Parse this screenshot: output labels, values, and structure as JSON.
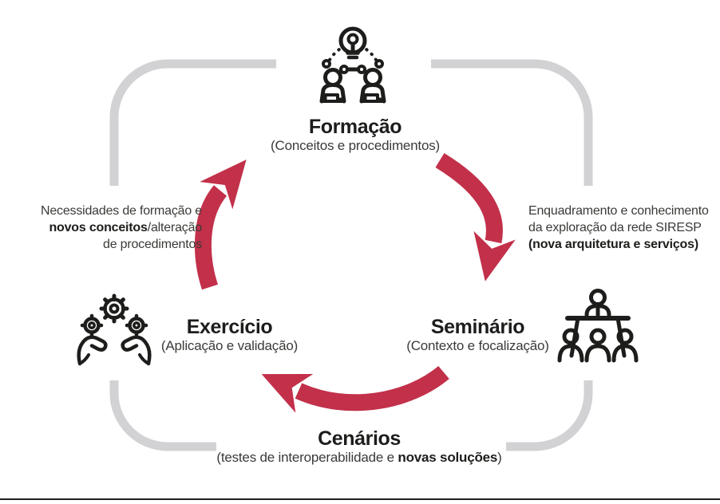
{
  "colors": {
    "arrow_red": "#c2304a",
    "loop_gray": "#d2d2d4",
    "title_black": "#1d1d1b",
    "text_gray": "#3a3a38",
    "rule_black": "#1f1f1f"
  },
  "nodes": {
    "formacao": {
      "icon": "people-sharing-idea-icon",
      "title": "Formação",
      "subtitle": "(Conceitos e procedimentos)"
    },
    "seminario": {
      "icon": "presenter-podium-audience-icon",
      "title": "Seminário",
      "subtitle": "(Contexto e focalização)"
    },
    "exercicio": {
      "icon": "hands-holding-gears-icon",
      "title": "Exercício",
      "subtitle": "(Aplicação e validação)"
    },
    "cenarios": {
      "title": "Cenários",
      "subtitle_prefix": "(testes de interoperabilidade e ",
      "subtitle_bold": "novas soluções",
      "subtitle_suffix": ")"
    }
  },
  "annotations": {
    "left": {
      "line1": "Necessidades de formação e",
      "line2_bold": "novos conceitos",
      "line2_rest": "/alteração",
      "line3": "de procedimentos"
    },
    "right": {
      "line1": "Enquadramento e conhecimento",
      "line2": "da exploração da rede SIRESP",
      "line3_bold": "(nova arquitetura e serviços)"
    }
  }
}
